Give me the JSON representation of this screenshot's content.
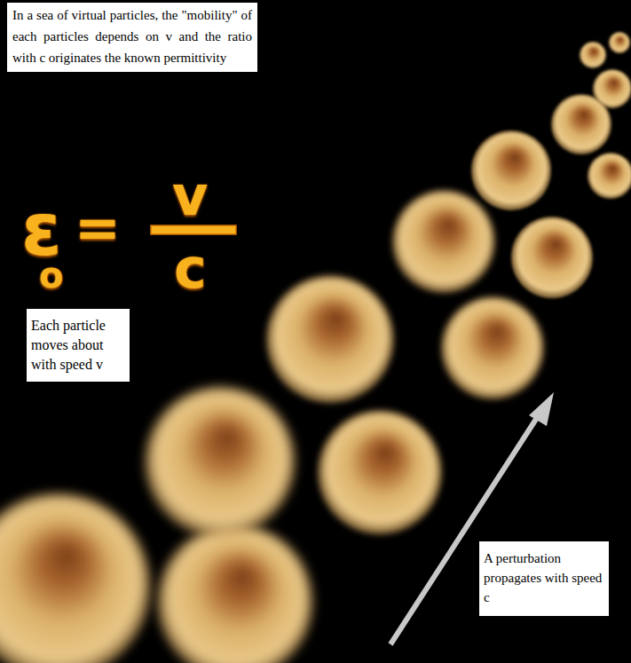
{
  "diagram": {
    "nodes": [
      {
        "text": [
          "In a sea of virtual particles, the \"mobility\" of each particles depends on v and the ratio with c originates the known permittivity"
        ]
      },
      {
        "text": [
          "Each particle moves about with speed v"
        ]
      },
      {
        "text": [
          "A perturbation propagates with speed c"
        ]
      }
    ],
    "labels": [
      "ε",
      "o",
      "=",
      "v",
      "c"
    ]
  }
}
